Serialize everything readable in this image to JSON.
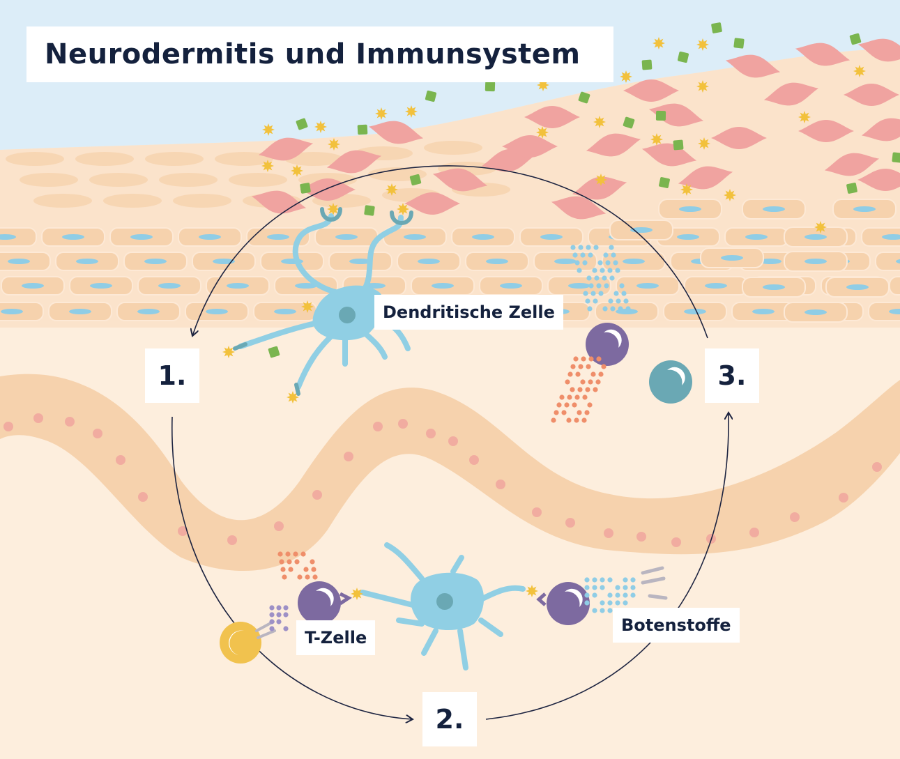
{
  "title": "Neurodermitis und Immunsystem",
  "steps": [
    "1.",
    "2.",
    "3."
  ],
  "labels": {
    "dendritic_cell": "Dendritische Zelle",
    "t_cell": "T-Zelle",
    "messengers": "Botenstoffe"
  },
  "colors": {
    "sky": "#dcedf8",
    "skin_background": "#fdeedd",
    "skin_cell": "#f6d2ad",
    "cell_nucleus": "#8fcde6",
    "inflamed_cell": "#f0a3a0",
    "basal_nucleus": "#ef9f9c",
    "dendritic_cell": "#90cfe4",
    "t_cell": "#7d6aa0",
    "teal_cell": "#6aa8b4",
    "yellow_cell": "#f1c24e",
    "allergen_green": "#7ab54f",
    "allergen_yellow": "#f2c13c",
    "messenger_orange": "#ef8e6a",
    "messenger_blue": "#8fcde6",
    "messenger_purple": "#9d90c6",
    "cycle_arrow": "#1c2340",
    "label_text": "#14213d"
  },
  "icons": [
    "dendritic-cell-icon",
    "t-cell-icon",
    "allergen-icon",
    "messenger-dots-icon",
    "cycle-arrow-icon"
  ]
}
